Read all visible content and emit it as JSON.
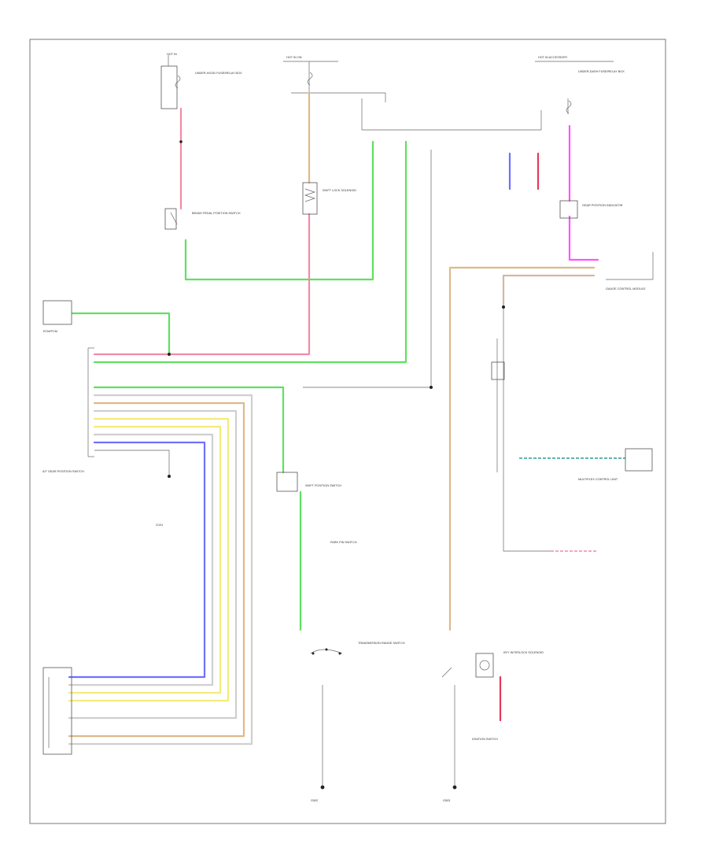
{
  "colors": {
    "pink": "#f48aa4",
    "red": "#e8375a",
    "green": "#5fe05f",
    "light_green": "#a8e8a0",
    "blue": "#7070ff",
    "yellow": "#f2ec7c",
    "tan": "#ddb98a",
    "orange": "#f0a050",
    "gray": "#b0b0b0",
    "violet": "#ff55ff",
    "brown": "#c8a078",
    "black": "#555555"
  },
  "labels": {
    "page_ref": "",
    "power_1": "HOT IN",
    "power_2": "HOT IN ON",
    "power_3": "HOT IN ACCESSORY",
    "fuse_box_1": "UNDER-HOOD FUSE/RELAY BOX",
    "fuse_box_2": "UNDER-DASH FUSE/RELAY BOX",
    "brake_switch": "BRAKE PEDAL POSITION SWITCH",
    "shift_lock": "SHIFT LOCK SOLENOID",
    "ecm": "ECM/PCM",
    "gear_indicator": "GEAR POSITION INDICATOR",
    "ground_1": "G101",
    "ground_2": "G502",
    "ground_3": "G503",
    "park_pin_switch": "PARK PIN SWITCH",
    "trans_range_switch": "TRANSMISSION RANGE SWITCH",
    "shift_position_switch": "SHIFT POSITION SWITCH",
    "key_interlock": "KEY INTERLOCK SOLENOID",
    "multiplex_unit": "MULTIPLEX CONTROL UNIT",
    "combination_meter": "GAUGE CONTROL MODULE",
    "ignition_switch": "IGNITION SWITCH",
    "a_t_shift_lever": "A/T GEAR POSITION SWITCH"
  }
}
